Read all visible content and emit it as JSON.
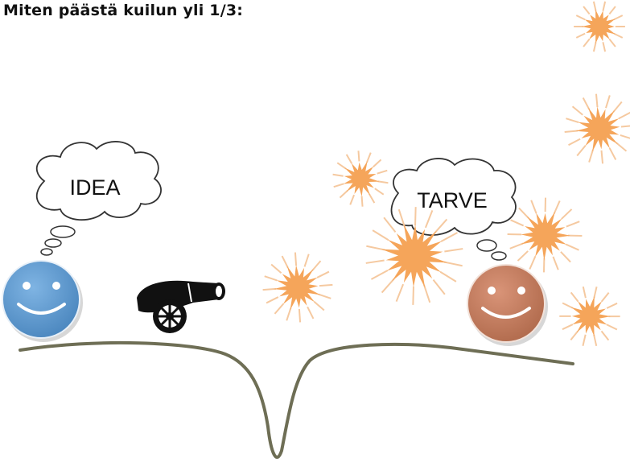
{
  "title": "Miten päästä kuilun yli 1/3:",
  "thoughts": {
    "left": "IDEA",
    "right": "TARVE"
  },
  "colors": {
    "left_face": "#5b9bd5",
    "right_face": "#c07a5c",
    "explosion": "#f5a55a",
    "explosion_ray": "#f5c9a0",
    "ground": "#6e6e55",
    "cannon": "#111111"
  },
  "icons": [
    "smiley-face-icon",
    "cannon-icon",
    "thought-bubble-icon",
    "explosion-icon"
  ]
}
